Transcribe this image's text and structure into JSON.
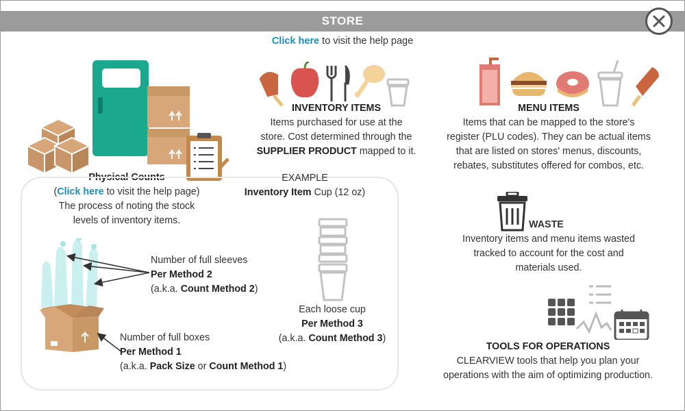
{
  "header": {
    "title": "STORE"
  },
  "help": {
    "link_text": "Click here",
    "rest": " to visit the help page"
  },
  "inventory_items": {
    "title": "INVENTORY ITEMS",
    "line1": "Items purchased for use at the",
    "line2": "store. Cost determined through the",
    "line3_bold": "SUPPLIER PRODUCT",
    "line3_rest": " mapped to it."
  },
  "menu_items": {
    "title": "MENU ITEMS",
    "lines": [
      "Items that can be mapped to the store's",
      "register (PLU codes). They can be actual items",
      "that are listed on stores' menus, discounts,",
      "rebates, substitutes offered for combos, etc."
    ]
  },
  "physical_counts": {
    "title": "Physical Counts",
    "open_paren": "(",
    "link_text": "Click here",
    "link_rest": " to visit the help page)",
    "line2": "The process of noting the stock",
    "line3": "levels of inventory items."
  },
  "example": {
    "label": "EXAMPLE",
    "item_bold": "Inventory Item",
    "item_rest": " Cup (12 oz)"
  },
  "method2": {
    "line1": "Number of full sleeves",
    "line2": "Per Method 2",
    "aka_open": "(a.k.a. ",
    "aka_bold": "Count Method 2",
    "aka_close": ")"
  },
  "method3": {
    "line1": "Each loose cup",
    "line2": "Per Method 3",
    "aka_open": "(a.k.a. ",
    "aka_bold": "Count Method 3",
    "aka_close": ")"
  },
  "method1": {
    "line1": "Number of full boxes",
    "line2": "Per Method 1",
    "aka_open": "(a.k.a. ",
    "aka_bold1": "Pack Size",
    "aka_mid": " or ",
    "aka_bold2": "Count Method 1",
    "aka_close": ")"
  },
  "waste": {
    "title": "WASTE",
    "lines": [
      "Inventory items and menu items wasted",
      "tracked to account for the cost and",
      "materials used."
    ]
  },
  "tools": {
    "title": "TOOLS FOR OPERATIONS",
    "lines": [
      "CLEARVIEW tools that help you plan your",
      "operations with the aim of optimizing production."
    ]
  },
  "colors": {
    "header": "#9b9b9b",
    "link": "#1a8fc0",
    "teal": "#1aa88e",
    "box": "#d7a679",
    "popsicle": "#c9653f",
    "cup": "#bdbdbd",
    "sleeve": "#c9f0ee"
  }
}
